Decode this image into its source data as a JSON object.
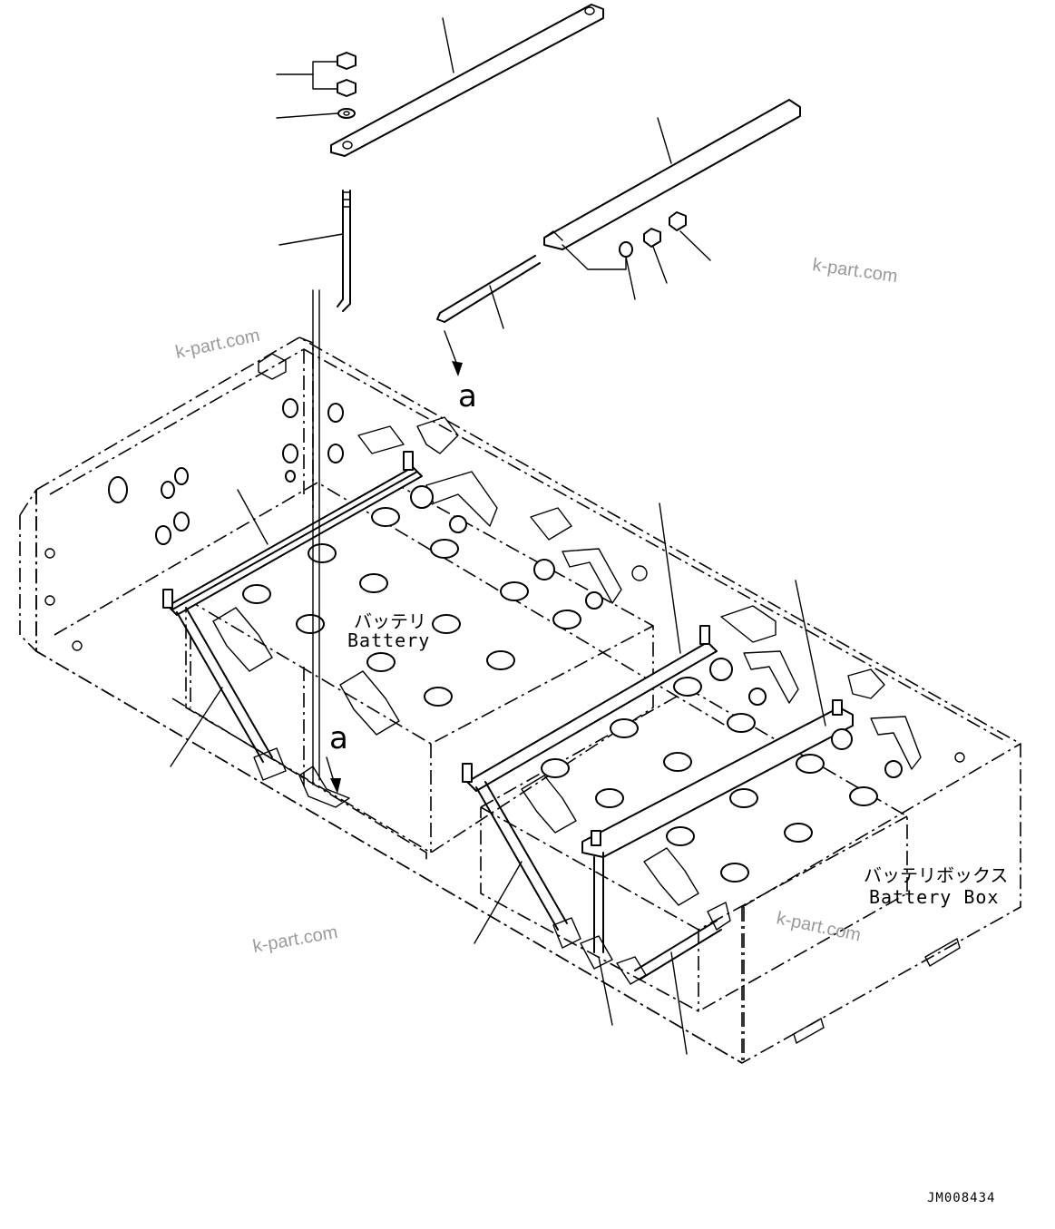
{
  "labels": {
    "battery_jp": "バッテリ",
    "battery_en": "Battery",
    "battery_box_jp": "バッテリボックス",
    "battery_box_en": "Battery Box",
    "ref_a_top": "a",
    "ref_a_bottom": "a"
  },
  "watermark": "k-part.com",
  "drawing_code": "JM008434"
}
